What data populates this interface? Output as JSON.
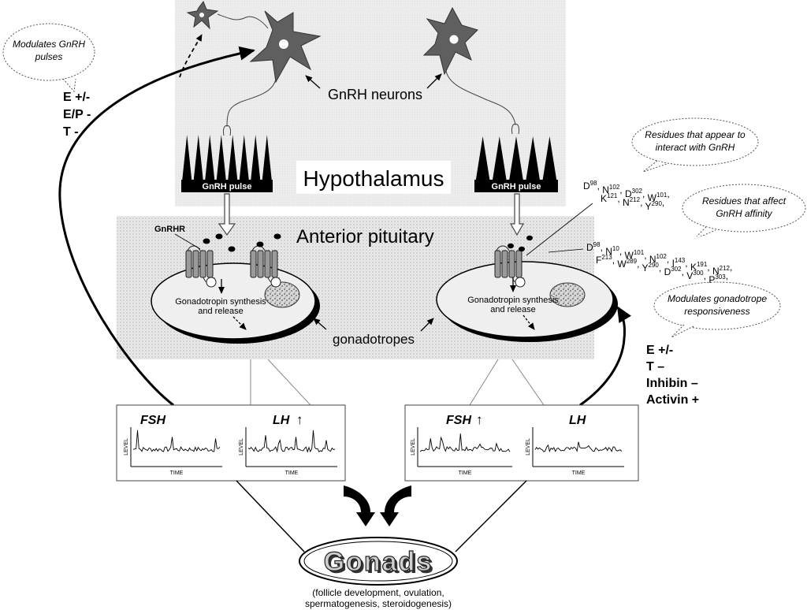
{
  "hypothalamus": {
    "label": "Hypothalamus",
    "neurons_label": "GnRH neurons",
    "pulse_label_left": "GnRH pulse",
    "pulse_label_right": "GnRH pulse"
  },
  "pituitary": {
    "label": "Anterior pituitary",
    "receptor_label": "GnRHR",
    "cell_text_left": [
      "Gonadotropin synthesis",
      "and release"
    ],
    "cell_text_right": [
      "Gonadotropin synthesis",
      "and release"
    ],
    "gonadotropes_label": "gonadotropes"
  },
  "callouts": {
    "gnrh_pulses": [
      "Modulates GnRH",
      "pulses"
    ],
    "interact": [
      "Residues that appear to",
      "interact with GnRH"
    ],
    "affinity": [
      "Residues that affect",
      "GnRH affinity"
    ],
    "responsiveness": [
      "Modulates gonadotrope",
      "responsiveness"
    ]
  },
  "residues": {
    "interact_line1": [
      [
        "D",
        "98"
      ],
      [
        "N",
        "102"
      ],
      [
        "D",
        "302"
      ],
      [
        "W",
        "101"
      ]
    ],
    "interact_line2": [
      [
        "K",
        "121"
      ],
      [
        "N",
        "212"
      ],
      [
        "Y",
        "290"
      ]
    ],
    "affinity_line1": [
      [
        "D",
        "98"
      ],
      [
        "N",
        "10"
      ],
      [
        "W",
        "101"
      ],
      [
        "N",
        "102"
      ],
      [
        "I",
        "143"
      ],
      [
        "K",
        "191"
      ],
      [
        "N",
        "212"
      ]
    ],
    "affinity_line2": [
      [
        "F",
        "213"
      ],
      [
        "W",
        "289"
      ],
      [
        "Y",
        "290"
      ],
      [
        "D",
        "302"
      ],
      [
        "V",
        "300"
      ],
      [
        "P",
        "303"
      ]
    ]
  },
  "feedback_left": [
    "E +/-",
    "E/P -",
    "T -"
  ],
  "feedback_right": [
    "E +/-",
    "T –",
    "Inhibin –",
    "Activin +"
  ],
  "plots": {
    "left_fsh_title": "FSH",
    "left_lh_title": "LH",
    "left_lh_arrow": "↑",
    "right_fsh_title": "FSH",
    "right_fsh_arrow": "↑",
    "right_lh_title": "LH",
    "axis_y": "LEVEL",
    "axis_x": "TIME"
  },
  "gonads": {
    "title": "Gonads",
    "caption_line1": "(follicle development, ovulation,",
    "caption_line2": "spermatogenesis, steroidogenesis)"
  },
  "colors": {
    "hypothalamus_bg": "#e6e6e6",
    "pituitary_bg": "#e9e9e9",
    "neuron_fill": "#5f5f5f"
  }
}
